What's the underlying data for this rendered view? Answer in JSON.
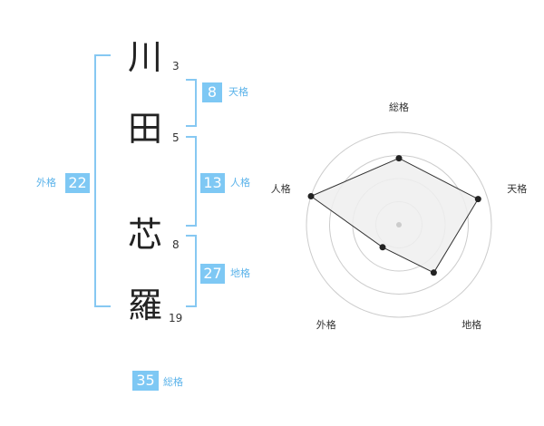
{
  "name": {
    "chars": [
      {
        "char": "川",
        "strokes": "3"
      },
      {
        "char": "田",
        "strokes": "5"
      },
      {
        "char": "芯",
        "strokes": "8"
      },
      {
        "char": "羅",
        "strokes": "19"
      }
    ]
  },
  "fortune": {
    "tenkaku": {
      "label": "天格",
      "value": "8"
    },
    "jinkaku": {
      "label": "人格",
      "value": "13"
    },
    "chikaku": {
      "label": "地格",
      "value": "27"
    },
    "gaikaku": {
      "label": "外格",
      "value": "22"
    },
    "soukaku": {
      "label": "総格",
      "value": "35"
    }
  },
  "chart_data": {
    "type": "radar",
    "axes": [
      "総格",
      "天格",
      "地格",
      "外格",
      "人格"
    ],
    "values": [
      0.72,
      0.9,
      0.64,
      0.3,
      1.0
    ],
    "max": 1.0,
    "rings": 4,
    "fill_color": "#eeeeee",
    "line_color": "#333333",
    "grid_color": "#cccccc"
  },
  "colors": {
    "accent": "#7ec8f4",
    "label": "#5bb3ea",
    "bracket": "#86c8f2"
  }
}
